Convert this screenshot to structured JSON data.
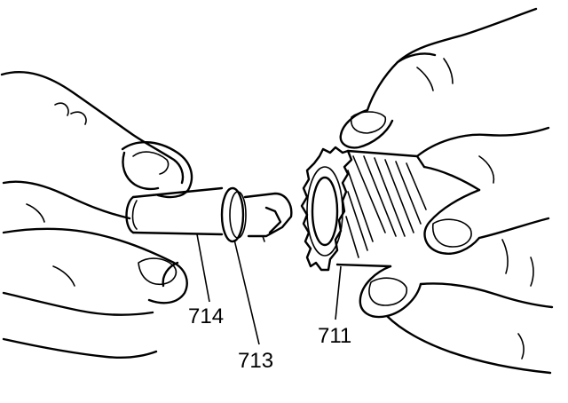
{
  "callouts": {
    "part_714": "714",
    "part_713": "713",
    "part_711": "711"
  },
  "colors": {
    "ink": "#000000",
    "background": "#ffffff"
  }
}
